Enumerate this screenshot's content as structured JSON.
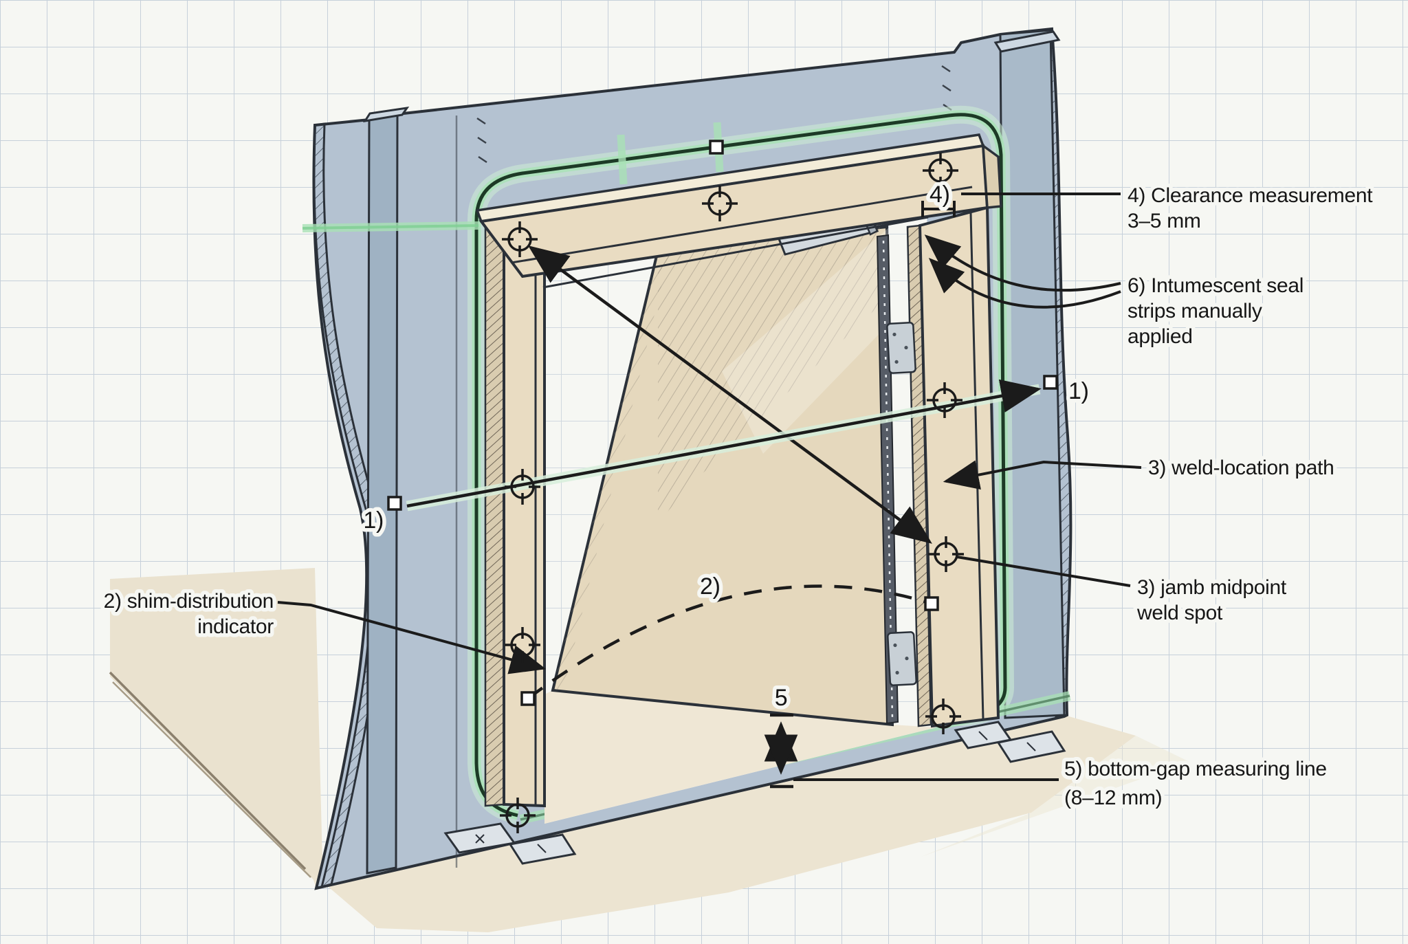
{
  "annotations": {
    "clearance": {
      "l1": "4) Clearance measurement",
      "l2": "3–5 mm"
    },
    "seal": {
      "l1": "6) Intumescent seal",
      "l2": "strips manually",
      "l3": "applied"
    },
    "weld_path": {
      "l1": "3) weld-location path"
    },
    "weld_spot": {
      "l1": "3) jamb midpoint",
      "l2": "weld spot"
    },
    "shim": {
      "l1": "2) shim-distribution",
      "l2": "indicator"
    },
    "bottom_gap": {
      "l1": "5) bottom-gap measuring line",
      "l2": "(8–12 mm)"
    },
    "marker_diag_left": "1)",
    "marker_diag_right": "1)",
    "marker_shim_arc": "2)",
    "marker_clearance": "4)",
    "marker_bottom_gap": "5"
  },
  "colors": {
    "paper": "#f6f7f3",
    "grid": "#c6d0da",
    "ink": "#1b1b1b",
    "wall": "#b4c2d1",
    "wall_dark": "#9fb2c3",
    "wall_cap": "#cdd8e2",
    "frame": "#e9dcc2",
    "frame_top": "#f3ecd8",
    "frame_shadow": "#dccfb2",
    "door": "#e5d8bd",
    "floor": "#ece4d1",
    "seal_strip": "#565c66",
    "metal": "#d3dadf",
    "laser_glow": "#a9e2b6",
    "laser_core": "#1d3a26"
  }
}
